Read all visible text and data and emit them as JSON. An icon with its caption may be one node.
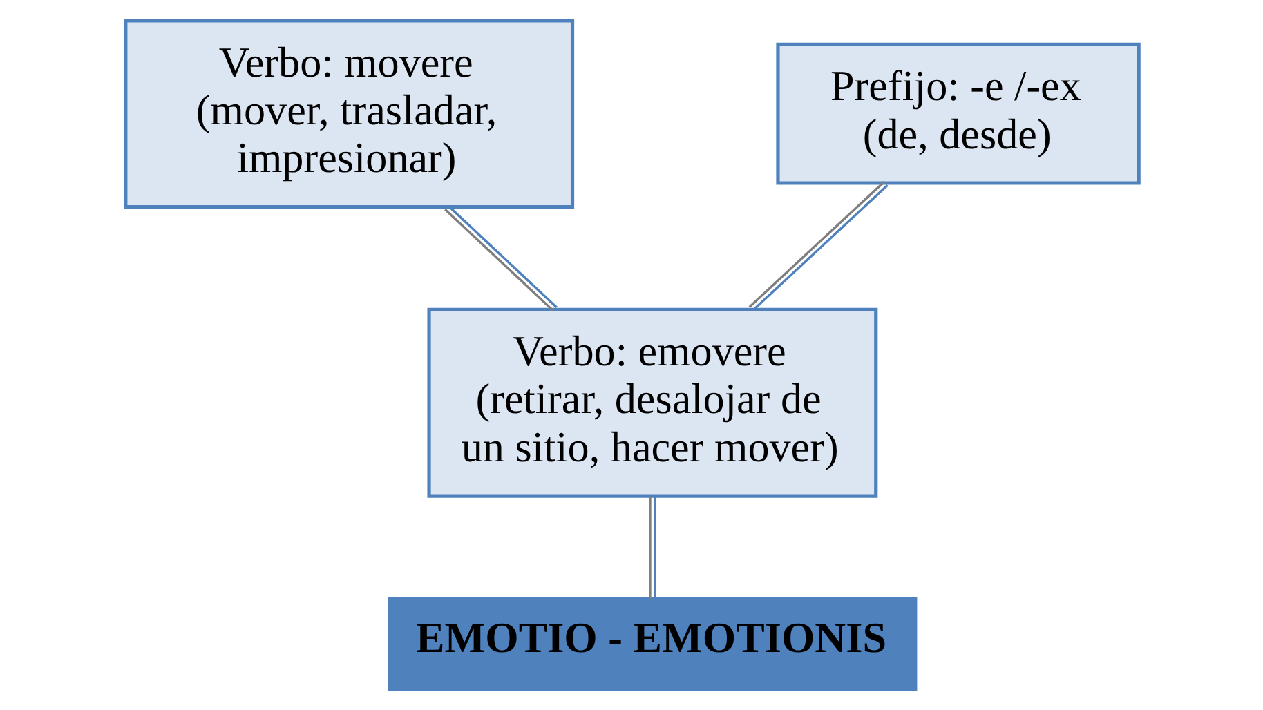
{
  "diagram": {
    "nodes": [
      {
        "text": [
          "Verbo: movere",
          "(mover, trasladar, impresionar)"
        ]
      },
      {
        "text": [
          "Prefijo: -e /-ex",
          "(de, desde)"
        ]
      },
      {
        "text": [
          "Verbo: emovere",
          "(retirar, desalojar de un sitio, hacer mover)"
        ]
      },
      {
        "text": [
          "EMOTIO - EMOTIONIS"
        ]
      }
    ],
    "edges": [
      {
        "from": 0,
        "to": 2,
        "arrow": "none"
      },
      {
        "from": 1,
        "to": 2,
        "arrow": "none"
      },
      {
        "from": 2,
        "to": 3,
        "arrow": "none"
      }
    ]
  }
}
